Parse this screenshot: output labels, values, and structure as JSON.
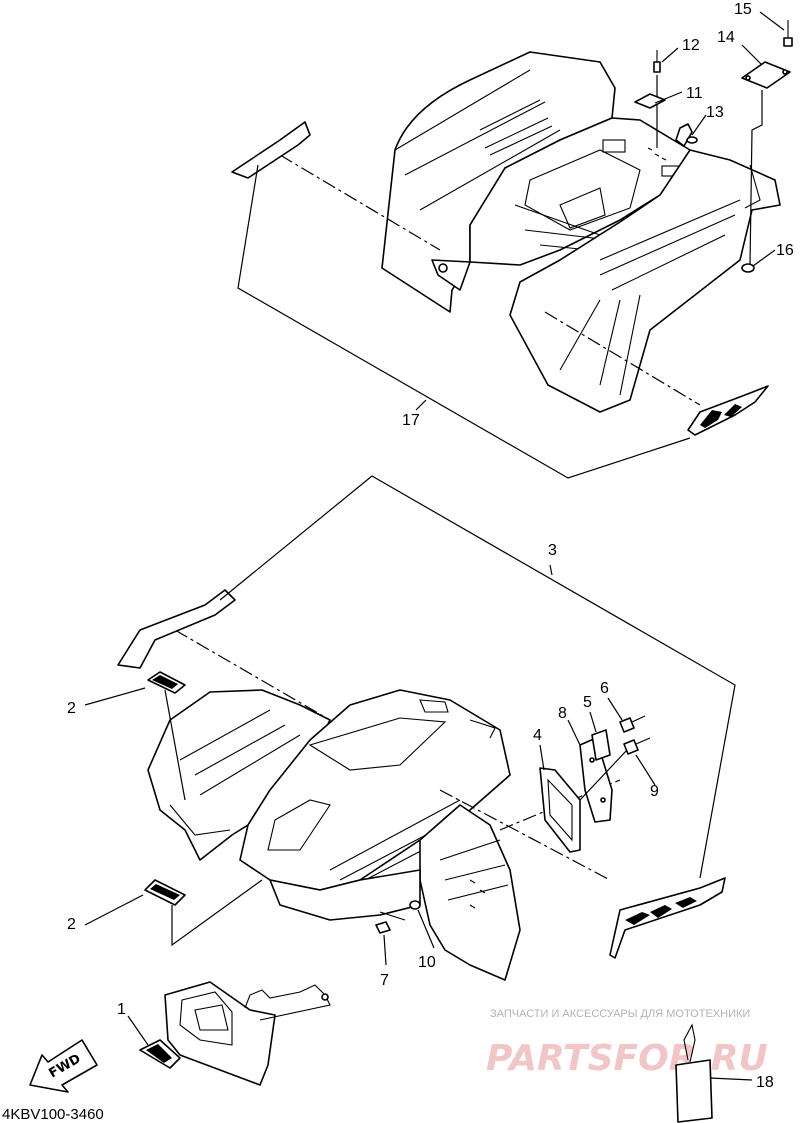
{
  "diagram": {
    "callouts": [
      {
        "id": "c1",
        "text": "1"
      },
      {
        "id": "c2a",
        "text": "2"
      },
      {
        "id": "c2b",
        "text": "2"
      },
      {
        "id": "c3",
        "text": "3"
      },
      {
        "id": "c4",
        "text": "4"
      },
      {
        "id": "c5",
        "text": "5"
      },
      {
        "id": "c6",
        "text": "6"
      },
      {
        "id": "c7",
        "text": "7"
      },
      {
        "id": "c8",
        "text": "8"
      },
      {
        "id": "c9",
        "text": "9"
      },
      {
        "id": "c10",
        "text": "10"
      },
      {
        "id": "c11",
        "text": "11"
      },
      {
        "id": "c12",
        "text": "12"
      },
      {
        "id": "c13",
        "text": "13"
      },
      {
        "id": "c14",
        "text": "14"
      },
      {
        "id": "c15",
        "text": "15"
      },
      {
        "id": "c16",
        "text": "16"
      },
      {
        "id": "c17",
        "text": "17"
      },
      {
        "id": "c18",
        "text": "18"
      }
    ],
    "part_code": "4KBV100-3460",
    "fwd_label": "FWD",
    "watermark": {
      "tagline": "ЗАПЧАСТИ И АКСЕССУАРЫ ДЛЯ МОТОТЕХНИКИ",
      "brand": "PARTSFOR.RU"
    },
    "colors": {
      "line": "#000000",
      "watermark": "#f2c6c6"
    }
  }
}
